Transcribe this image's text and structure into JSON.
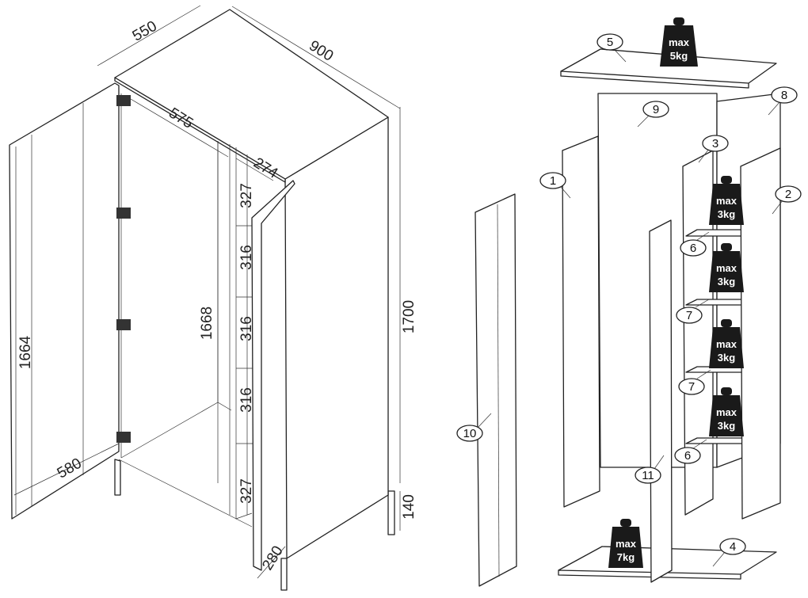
{
  "dimensions": {
    "depth_top": "550",
    "width_top": "900",
    "inner_depth": "575",
    "shelf_depth": "274",
    "shelf_1": "327",
    "shelf_2": "316",
    "shelf_3": "316",
    "shelf_4": "316",
    "shelf_5": "327",
    "inner_height": "1668",
    "door_height": "1664",
    "total_height": "1700",
    "leg_height": "140",
    "door_width": "580",
    "small_door_width": "280"
  },
  "parts": [
    "5",
    "9",
    "8",
    "3",
    "1",
    "2",
    "6",
    "7",
    "7",
    "6",
    "10",
    "11",
    "4"
  ],
  "weights": [
    {
      "max": "max",
      "load": "5kg"
    },
    {
      "max": "max",
      "load": "3kg"
    },
    {
      "max": "max",
      "load": "3kg"
    },
    {
      "max": "max",
      "load": "3kg"
    },
    {
      "max": "max",
      "load": "3kg"
    },
    {
      "max": "max",
      "load": "7kg"
    }
  ],
  "colors": {
    "line": "#222222",
    "weight": "#1a1a1a"
  }
}
